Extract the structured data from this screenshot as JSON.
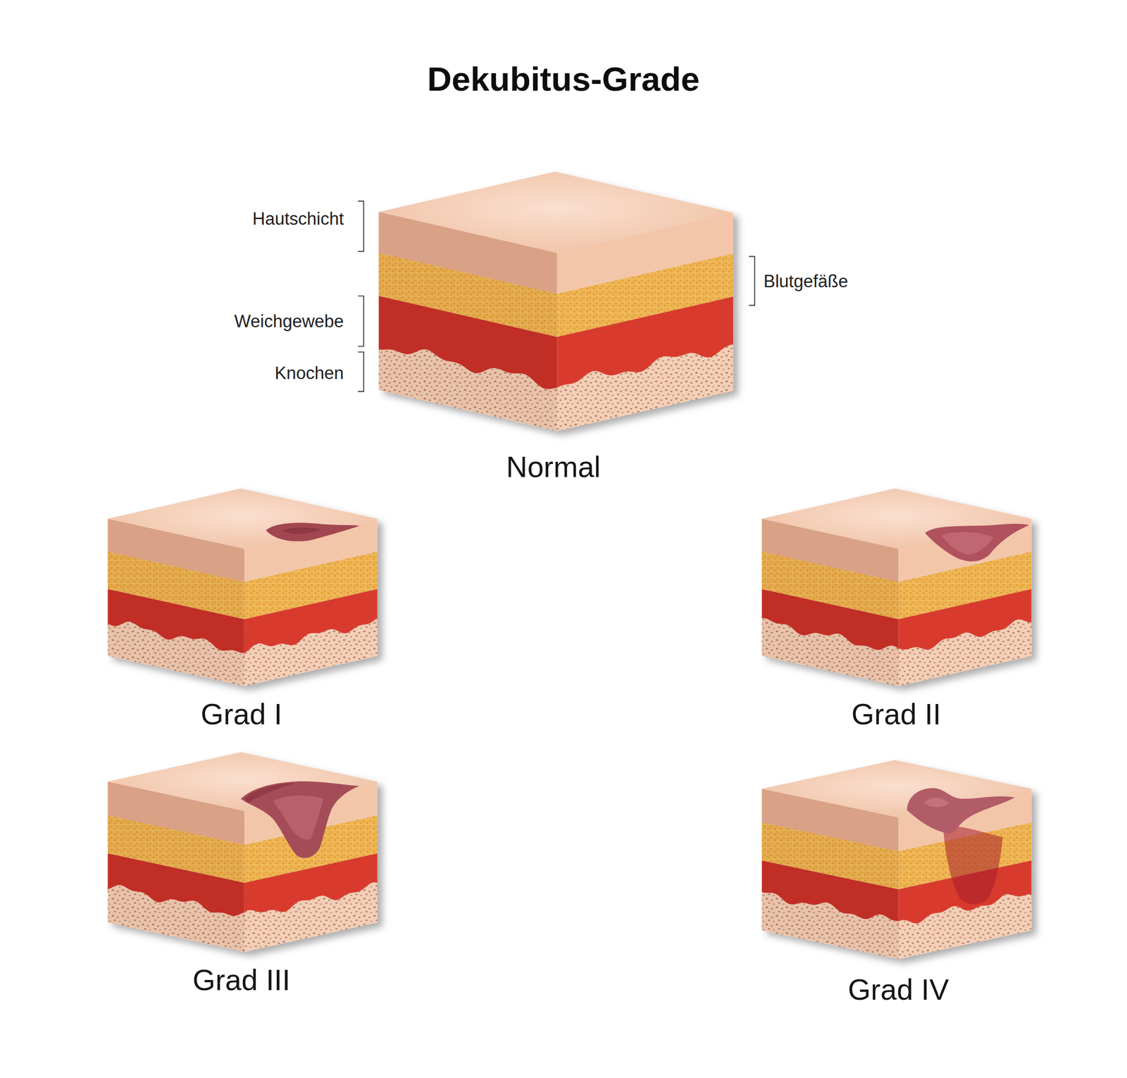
{
  "diagram": {
    "title": "Dekubitus-Grade",
    "nodes": [
      {
        "text": [
          "Normal"
        ]
      },
      {
        "text": [
          "Grad I"
        ]
      },
      {
        "text": [
          "Grad II"
        ]
      },
      {
        "text": [
          "Grad III"
        ]
      },
      {
        "text": [
          "Grad IV"
        ]
      }
    ],
    "labels": [
      "Hautschicht",
      "Weichgewebe",
      "Knochen",
      "Blutgefäße"
    ]
  }
}
